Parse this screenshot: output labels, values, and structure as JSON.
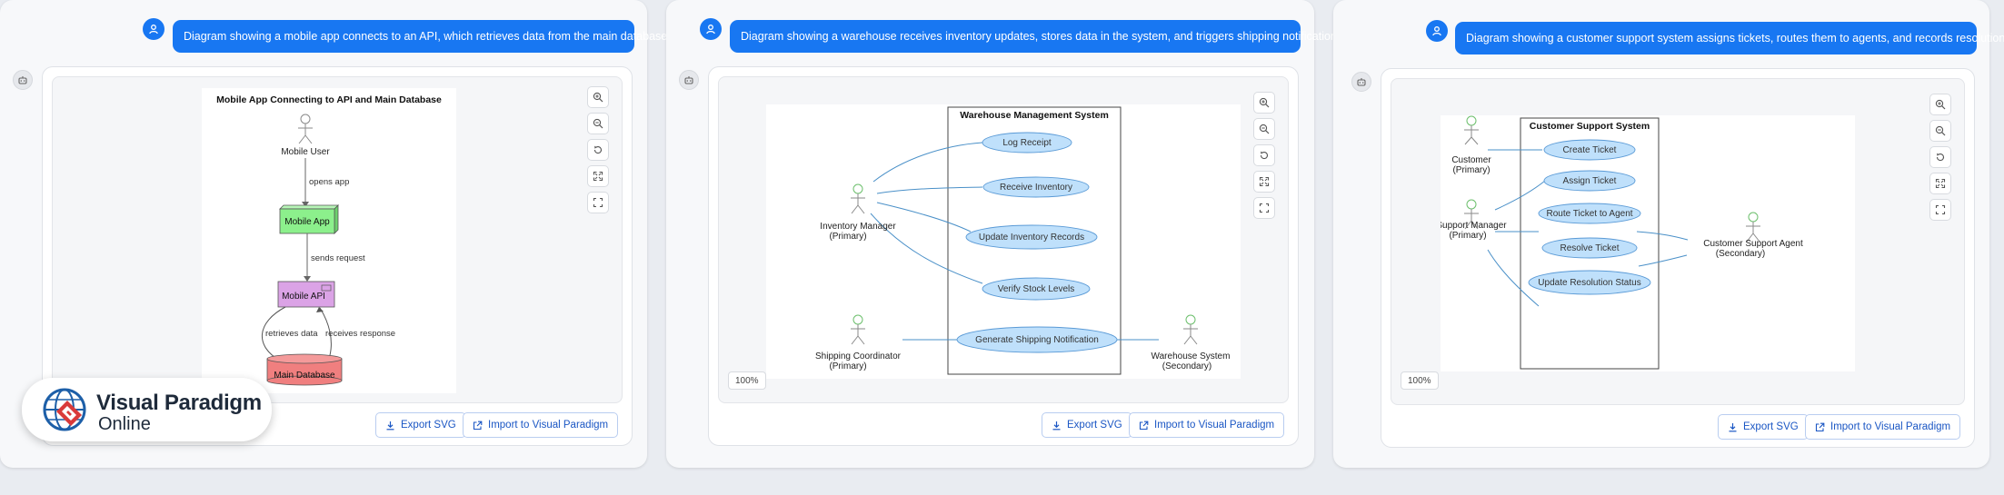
{
  "colors": {
    "accent": "#1877f2",
    "link_line": "#4a90c8",
    "usecase_fill": "#bfe0fb",
    "usecase_stroke": "#5a9ad6",
    "node_green": "#8cf08c",
    "node_violet": "#dba3e6",
    "node_red": "#f07f7f"
  },
  "panels": [
    {
      "prompt": "Diagram showing a mobile app connects to an API, which retrieves data from the main database.",
      "diagram": {
        "title": "Mobile App Connecting to API and Main Database",
        "actor": "Mobile User",
        "nodes": [
          "Mobile App",
          "Mobile API",
          "Main Database"
        ],
        "edges": [
          "opens app",
          "sends request",
          "retrieves data",
          "receives response"
        ]
      },
      "zoom_label": "",
      "export_label": "Export SVG",
      "import_label": "Import to Visual Paradigm"
    },
    {
      "prompt": "Diagram showing a warehouse receives inventory updates, stores data in the system, and triggers shipping notifications.",
      "diagram": {
        "system": "Warehouse Management System",
        "actors": [
          "Inventory Manager",
          "(Primary)",
          "Shipping Coordinator",
          "(Primary)",
          "Warehouse System",
          "(Secondary)"
        ],
        "usecases": [
          "Log Receipt",
          "Receive Inventory",
          "Update Inventory Records",
          "Verify Stock Levels",
          "Generate Shipping Notification"
        ]
      },
      "zoom_label": "100%",
      "export_label": "Export SVG",
      "import_label": "Import to Visual Paradigm"
    },
    {
      "prompt": "Diagram showing a customer support system assigns tickets, routes them to agents, and records resolutions.",
      "diagram": {
        "system": "Customer Support System",
        "actors": [
          "Customer",
          "(Primary)",
          "Support Manager",
          "(Primary)",
          "Customer Support Agent",
          "(Secondary)"
        ],
        "usecases": [
          "Create Ticket",
          "Assign Ticket",
          "Route Ticket to Agent",
          "Resolve Ticket",
          "Update Resolution Status"
        ]
      },
      "zoom_label": "100%",
      "export_label": "Export SVG",
      "import_label": "Import to Visual Paradigm"
    }
  ],
  "logo": {
    "line1": "Visual Paradigm",
    "line2": "Online"
  },
  "icons": [
    "user-icon",
    "bot-icon",
    "zoom-in-icon",
    "zoom-out-icon",
    "reset-icon",
    "fit-icon",
    "fullscreen-icon",
    "download-icon",
    "external-link-icon"
  ]
}
